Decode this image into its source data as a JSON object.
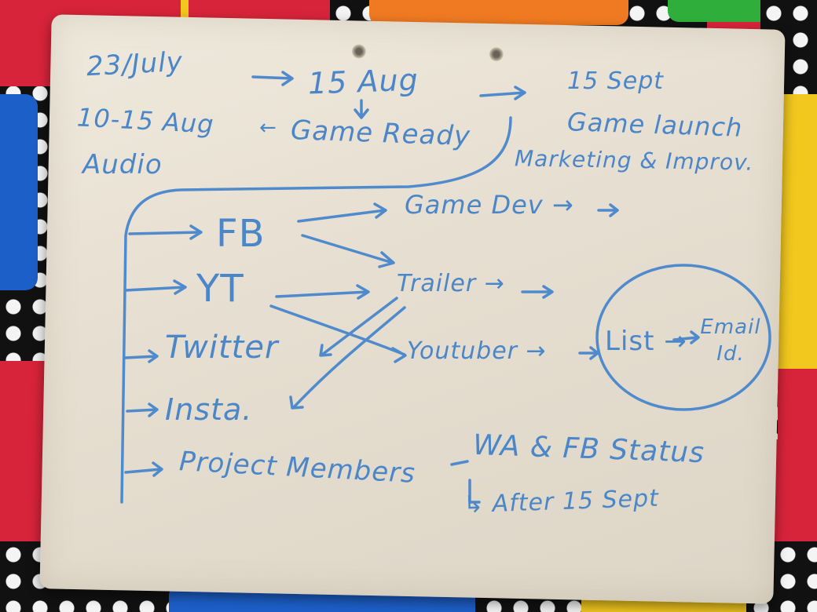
{
  "photo": {
    "timeline": {
      "start_date": "23/July",
      "arrow_1": "→",
      "game_ready_date": "15 Aug",
      "audio_range": "10-15 Aug",
      "audio_arrow": "←",
      "audio": "Audio",
      "game_ready": "Game Ready",
      "launch_date": "15 Sept",
      "game_launch": "Game launch",
      "marketing": "Marketing & Improv."
    },
    "channels": [
      "FB",
      "YT",
      "Twitter",
      "Insta.",
      "Project Members"
    ],
    "targets": {
      "game_dev": "Game Dev →",
      "trailer": "Trailer →",
      "youtuber": "Youtuber →",
      "list": "List →",
      "email_id": "Email Id.",
      "status": "WA & FB Status",
      "after": "↳ After 15 Sept"
    },
    "colors": {
      "ink": "#4a86c8",
      "board": "#e6ded0",
      "background_red": "#d8243a",
      "background_yellow": "#f2c81e",
      "background_blue": "#1d5fc8",
      "background_orange": "#f07a22",
      "background_green": "#2fae3c"
    }
  }
}
